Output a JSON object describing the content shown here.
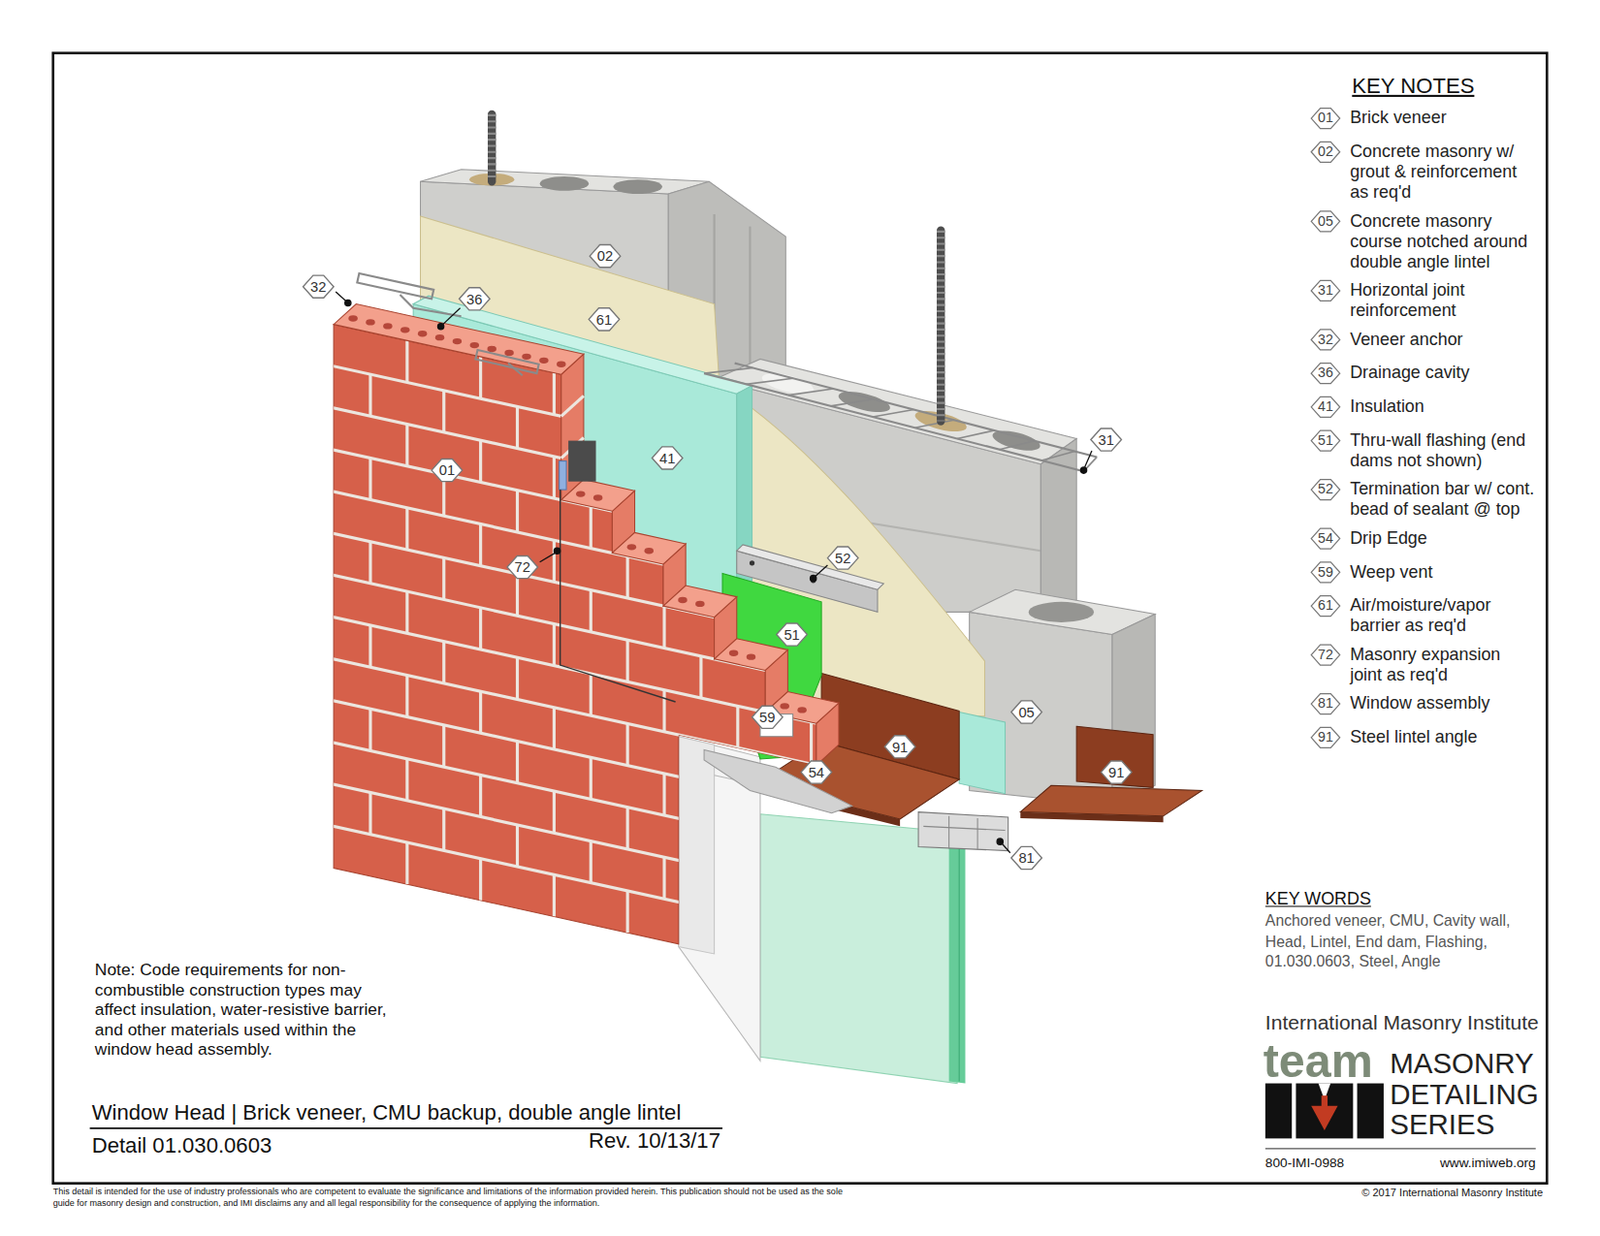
{
  "diagram": {
    "title": "Window Head | Brick veneer, CMU backup, double angle lintel",
    "nodes": [
      {
        "text": [
          "02"
        ]
      },
      {
        "text": [
          "32"
        ]
      },
      {
        "text": [
          "36"
        ]
      },
      {
        "text": [
          "61"
        ]
      },
      {
        "text": [
          "31"
        ]
      },
      {
        "text": [
          "41"
        ]
      },
      {
        "text": [
          "01"
        ]
      },
      {
        "text": [
          "52"
        ]
      },
      {
        "text": [
          "72"
        ]
      },
      {
        "text": [
          "51"
        ]
      },
      {
        "text": [
          "05"
        ]
      },
      {
        "text": [
          "59"
        ]
      },
      {
        "text": [
          "91"
        ]
      },
      {
        "text": [
          "91"
        ]
      },
      {
        "text": [
          "54"
        ]
      },
      {
        "text": [
          "81"
        ]
      },
      {
        "text": [
          "01",
          "Brick veneer"
        ]
      },
      {
        "text": [
          "02",
          "Concrete masonry w/ grout & reinforcement as req'd"
        ]
      },
      {
        "text": [
          "05",
          "Concrete masonry course notched around double angle lintel"
        ]
      },
      {
        "text": [
          "31",
          "Horizontal joint reinforcement"
        ]
      },
      {
        "text": [
          "32",
          "Veneer anchor"
        ]
      },
      {
        "text": [
          "36",
          "Drainage cavity"
        ]
      },
      {
        "text": [
          "41",
          "Insulation"
        ]
      },
      {
        "text": [
          "51",
          "Thru-wall flashing (end dams not shown)"
        ]
      },
      {
        "text": [
          "52",
          "Termination bar w/ cont. bead of sealant @ top"
        ]
      },
      {
        "text": [
          "54",
          "Drip Edge"
        ]
      },
      {
        "text": [
          "59",
          "Weep vent"
        ]
      },
      {
        "text": [
          "61",
          "Air/moisture/vapor barrier as req'd"
        ]
      },
      {
        "text": [
          "72",
          "Masonry expansion joint as req'd"
        ]
      },
      {
        "text": [
          "81",
          "Window assembly"
        ]
      },
      {
        "text": [
          "91",
          "Steel lintel angle"
        ]
      }
    ],
    "labels": [
      "KEY NOTES",
      "KEY WORDS",
      "Anchored veneer, CMU, Cavity wall, Head, Lintel, End dam, Flashing, 01.030.0603, Steel, Angle",
      "Note: Code requirements for non-combustible construction types may affect insulation, water-resistive barrier, and other materials used within the window head assembly.",
      "Detail 01.030.0603",
      "Rev. 10/13/17",
      "International Masonry Institute",
      "team",
      "MASONRY DETAILING SERIES",
      "800-IMI-0988",
      "www.imiweb.org",
      "This detail is intended for the use of industry professionals who are competent to evaluate the significance and limitations of the information provided herein. This publication should not be used as the sole guide for masonry design and construction, and IMI disclaims any and all legal responsibility for the consequence of applying the information.",
      "© 2017 International Masonry Institute"
    ]
  }
}
